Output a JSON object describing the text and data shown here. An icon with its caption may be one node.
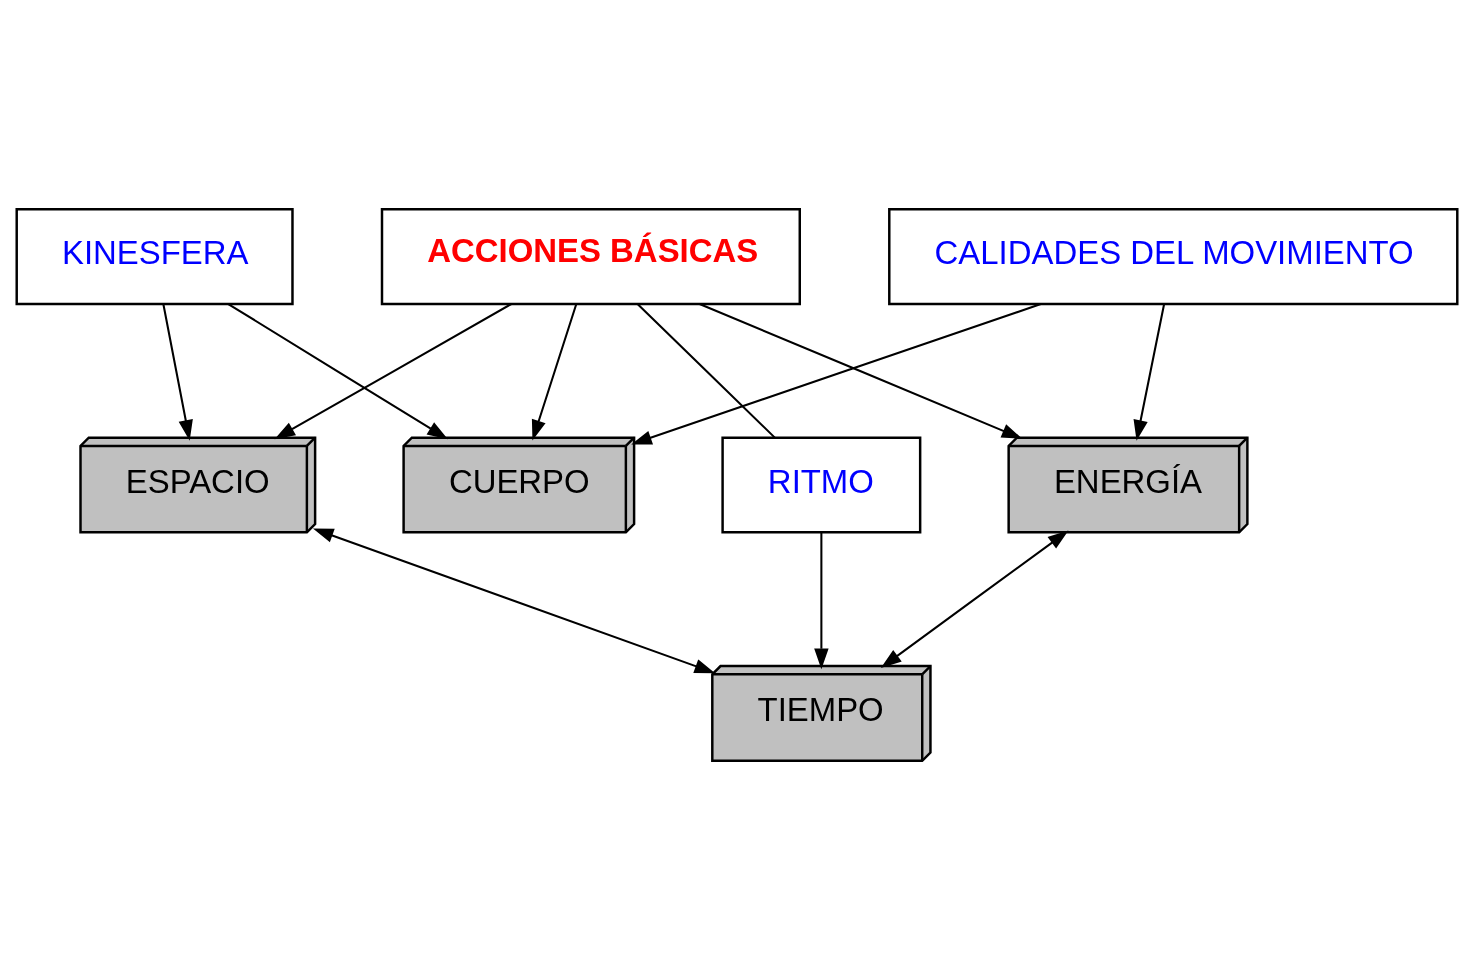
{
  "diagram": {
    "nodes": [
      {
        "text": [
          "CUERPO"
        ]
      },
      {
        "text": [
          "CALIDADES DEL MOVIMIENTO"
        ]
      },
      {
        "text": [
          "KINESFERA"
        ]
      },
      {
        "text": [
          "ENERGÍA"
        ]
      },
      {
        "text": [
          "ACCIONES BÁSICAS"
        ]
      },
      {
        "text": [
          "ESPACIO"
        ]
      },
      {
        "text": [
          "RITMO"
        ]
      },
      {
        "text": [
          "TIEMPO"
        ]
      }
    ],
    "edges": [
      {
        "from": 1,
        "to": 0,
        "arrow": "to"
      },
      {
        "from": 1,
        "to": 3,
        "arrow": "to"
      },
      {
        "from": 4,
        "to": 0,
        "arrow": "to"
      },
      {
        "from": 2,
        "to": 0,
        "arrow": "to"
      },
      {
        "from": 2,
        "to": 5,
        "arrow": "to"
      },
      {
        "from": 4,
        "to": 3,
        "arrow": "to"
      },
      {
        "from": 4,
        "to": 5,
        "arrow": "to"
      },
      {
        "from": 4,
        "to": 6,
        "arrow": "none"
      },
      {
        "from": 6,
        "to": 7,
        "arrow": "to"
      },
      {
        "from": 3,
        "to": 7,
        "arrow": "both"
      },
      {
        "from": 5,
        "to": 7,
        "arrow": "both"
      }
    ]
  }
}
